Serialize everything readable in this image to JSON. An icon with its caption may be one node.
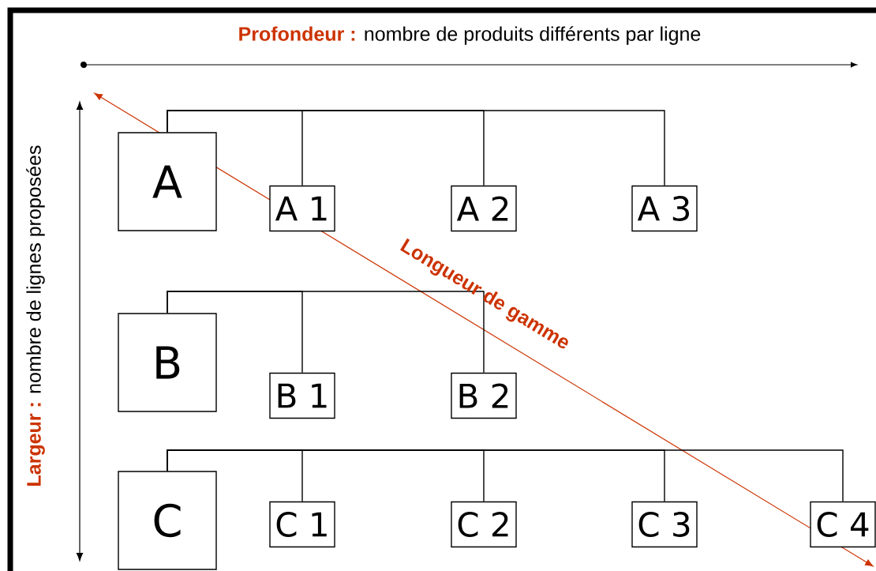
{
  "diagram": {
    "nodes": [
      {
        "text": [
          "A"
        ]
      },
      {
        "text": [
          "A 1"
        ]
      },
      {
        "text": [
          "A 2"
        ]
      },
      {
        "text": [
          "A 3"
        ]
      },
      {
        "text": [
          "B"
        ]
      },
      {
        "text": [
          "B 1"
        ]
      },
      {
        "text": [
          "B 2"
        ]
      },
      {
        "text": [
          "C"
        ]
      },
      {
        "text": [
          "C 1"
        ]
      },
      {
        "text": [
          "C 2"
        ]
      },
      {
        "text": [
          "C 3"
        ]
      },
      {
        "text": [
          "C 4"
        ]
      }
    ],
    "edges": [
      {
        "from": 0,
        "to": 1,
        "arrow": "none"
      },
      {
        "from": 0,
        "to": 2,
        "arrow": "none"
      },
      {
        "from": 0,
        "to": 3,
        "arrow": "none"
      },
      {
        "from": 4,
        "to": 5,
        "arrow": "none"
      },
      {
        "from": 4,
        "to": 6,
        "arrow": "none"
      },
      {
        "from": 7,
        "to": 8,
        "arrow": "none"
      },
      {
        "from": 7,
        "to": 9,
        "arrow": "none"
      },
      {
        "from": 7,
        "to": 10,
        "arrow": "none"
      },
      {
        "from": 7,
        "to": 11,
        "arrow": "none"
      }
    ],
    "labels": [
      "Profondeur :",
      "nombre de produits différents par ligne",
      "Largeur :",
      "nombre de lignes proposées",
      "Longueur de gamme"
    ]
  }
}
